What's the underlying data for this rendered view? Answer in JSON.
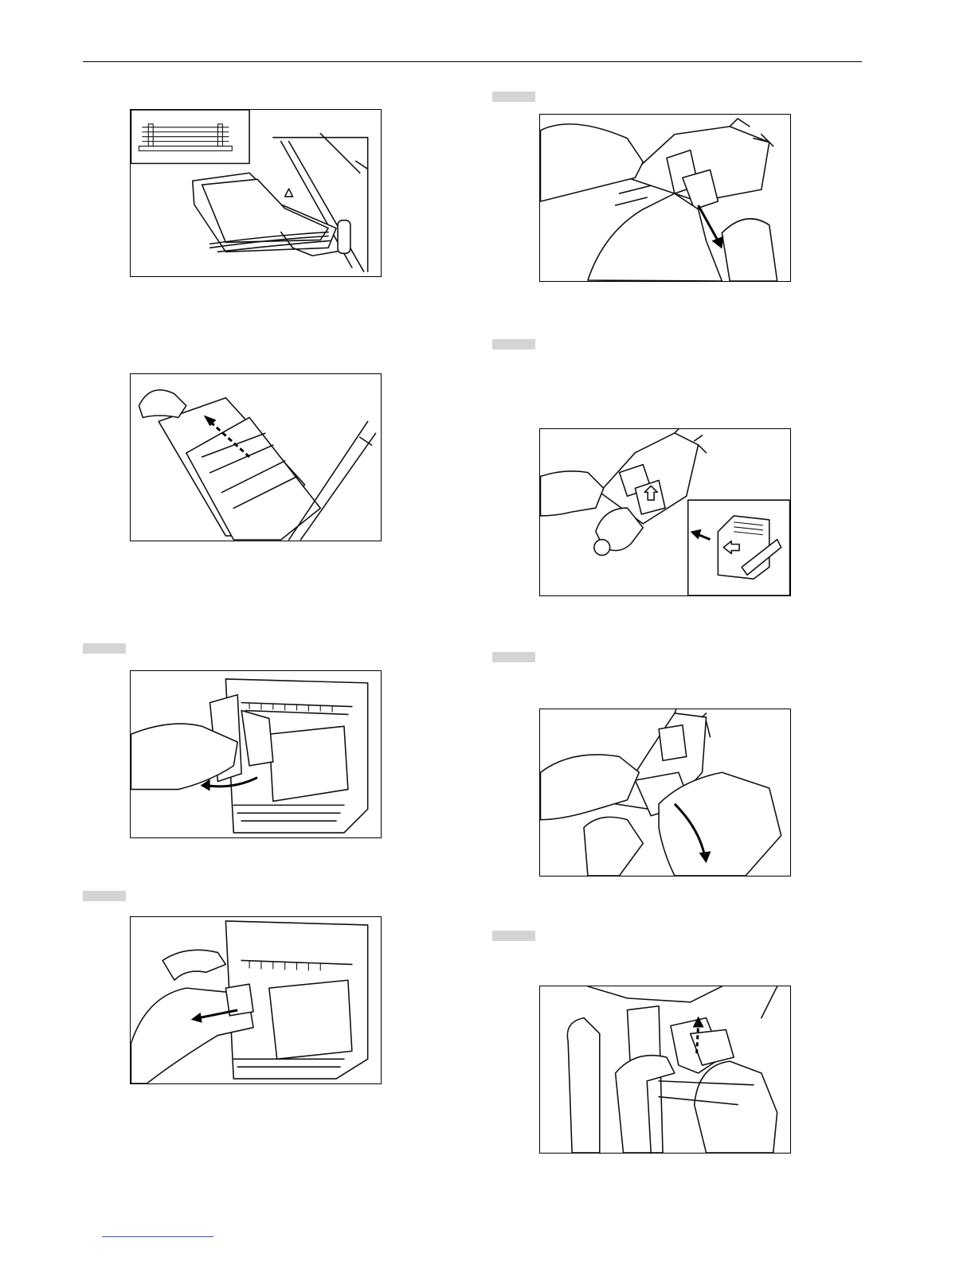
{
  "page": {
    "header_rule": true,
    "footer_link_rule": true
  },
  "figures": [
    {
      "id": "fig-output-tray-sheets",
      "icon": "paper-stack-inset-icon"
    },
    {
      "id": "fig-extend-tray",
      "icon": "tray-extension-icon"
    },
    {
      "id": "fig-open-stapler-cover",
      "icon": "open-cover-icon"
    },
    {
      "id": "fig-pull-cartridge-holder",
      "icon": "pull-holder-icon"
    },
    {
      "id": "fig-remove-empty-case",
      "icon": "remove-case-icon"
    },
    {
      "id": "fig-insert-new-staples",
      "icon": "insert-staples-icon"
    },
    {
      "id": "fig-close-holder",
      "icon": "close-holder-icon"
    },
    {
      "id": "fig-reinsert-holder",
      "icon": "reinsert-holder-icon"
    }
  ],
  "step_badges": [
    "",
    "",
    "",
    "",
    "",
    "",
    ""
  ],
  "colors": {
    "badge": "#d4d4d4",
    "line": "#111111",
    "link": "#3355bb"
  }
}
